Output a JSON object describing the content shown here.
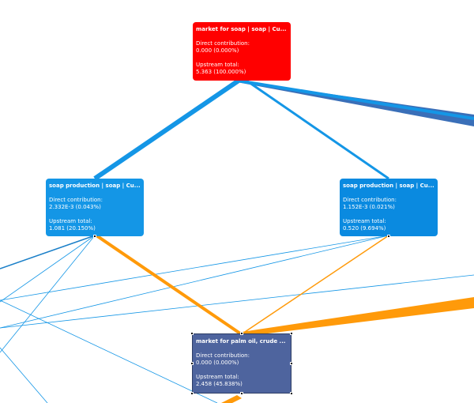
{
  "graph": {
    "nodes": {
      "market_soap": {
        "title": "market for soap | soap | Cu...",
        "direct_label": "Direct contribution:",
        "direct_value": "0.000 (0.000%)",
        "upstream_label": "Upstream total:",
        "upstream_value": "5.363 (100.000%)",
        "color": "#ff0000"
      },
      "soap_production_left": {
        "title": "soap production | soap | Cu...",
        "direct_label": "Direct contribution:",
        "direct_value": "2.332E-3 (0.043%)",
        "upstream_label": "Upstream total:",
        "upstream_value": "1.081 (20.150%)",
        "color": "#1496e6"
      },
      "soap_production_right": {
        "title": "soap production | soap | Cu...",
        "direct_label": "Direct contribution:",
        "direct_value": "1.152E-3 (0.021%)",
        "upstream_label": "Upstream total:",
        "upstream_value": "0.520 (9.694%)",
        "color": "#0a8ae0"
      },
      "market_palm_oil": {
        "title": "market for palm oil, crude ...",
        "direct_label": "Direct contribution:",
        "direct_value": "0.000 (0.000%)",
        "upstream_label": "Upstream total:",
        "upstream_value": "2.458 (45.838%)",
        "color": "#4e649e"
      }
    },
    "colors": {
      "blue_link": "#1496e6",
      "dark_blue_link": "#3a6fb8",
      "orange_link": "#ff9a0a"
    }
  }
}
